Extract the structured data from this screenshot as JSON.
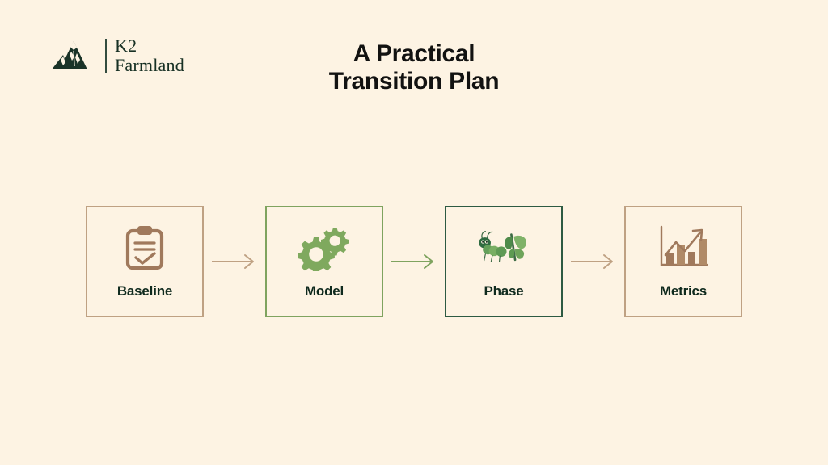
{
  "brand": {
    "icon": "mountain-icon",
    "name_line1": "K2",
    "name_line2": "Farmland",
    "color": "#173024"
  },
  "title": {
    "line1": "A Practical",
    "line2": "Transition Plan",
    "color": "#121211"
  },
  "background_color": "#fdf3e3",
  "flow": {
    "steps": [
      {
        "label": "Baseline",
        "icon": "clipboard-check-icon",
        "border_color": "#bfa183",
        "icon_color": "#a0795c",
        "label_color": "#0f2a1e"
      },
      {
        "label": "Model",
        "icon": "gears-icon",
        "border_color": "#7fa35f",
        "icon_color": "#7fa95e",
        "label_color": "#0f2a1e"
      },
      {
        "label": "Phase",
        "icon": "caterpillar-butterfly-icon",
        "border_color": "#2d5a42",
        "icon_color": "#6ea45a",
        "label_color": "#0f2a1e"
      },
      {
        "label": "Metrics",
        "icon": "bar-chart-growth-icon",
        "border_color": "#bfa183",
        "icon_color": "#a0795c",
        "label_color": "#0f2a1e"
      }
    ],
    "connectors": [
      {
        "icon": "arrow-right-icon",
        "color": "#bfa183"
      },
      {
        "icon": "arrow-right-icon",
        "color": "#7fa35f"
      },
      {
        "icon": "arrow-right-icon",
        "color": "#bfa183"
      }
    ]
  }
}
